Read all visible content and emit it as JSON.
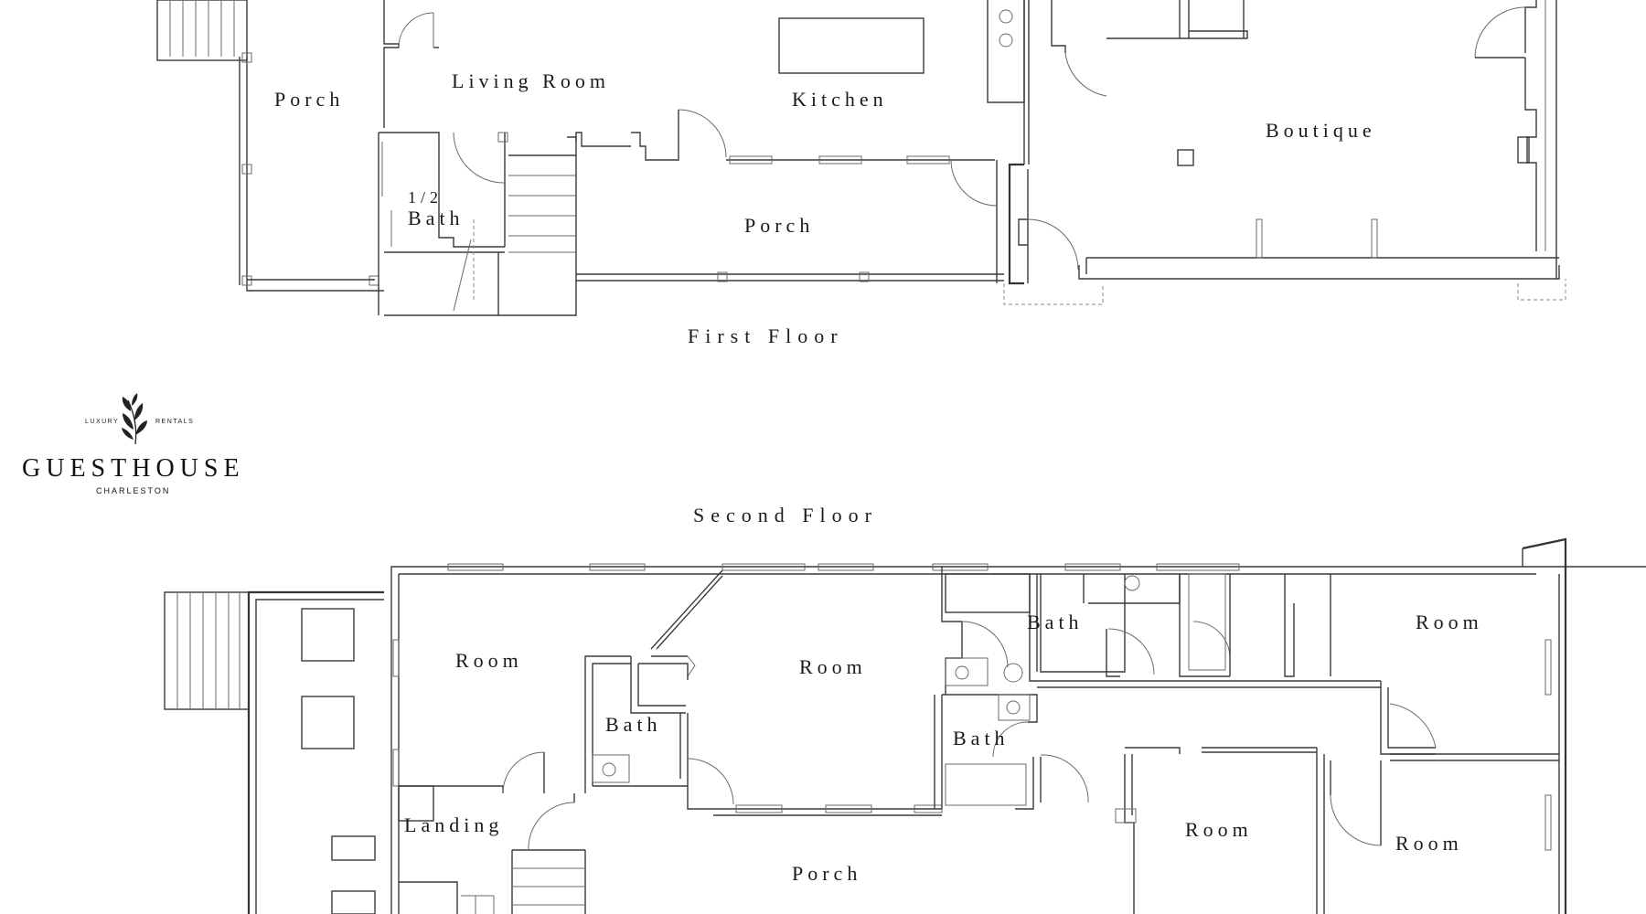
{
  "floors": {
    "first": "First Floor",
    "second": "Second Floor"
  },
  "first_floor_rooms": {
    "porch_left": "Porch",
    "living_room": "Living Room",
    "kitchen": "Kitchen",
    "boutique": "Boutique",
    "half_bath_fraction": "1/2",
    "half_bath": "Bath",
    "porch_center": "Porch"
  },
  "second_floor_rooms": {
    "room_west": "Room",
    "bath_west": "Bath",
    "room_center": "Room",
    "bath_north": "Bath",
    "room_northeast": "Room",
    "bath_south": "Bath",
    "landing": "Landing",
    "porch": "Porch",
    "room_south": "Room",
    "room_southeast": "Room"
  },
  "logo": {
    "top_left": "LUXURY",
    "top_right": "RENTALS",
    "name": "GUESTHOUSE",
    "city": "CHARLESTON",
    "emblem": "olive-branch-icon"
  }
}
